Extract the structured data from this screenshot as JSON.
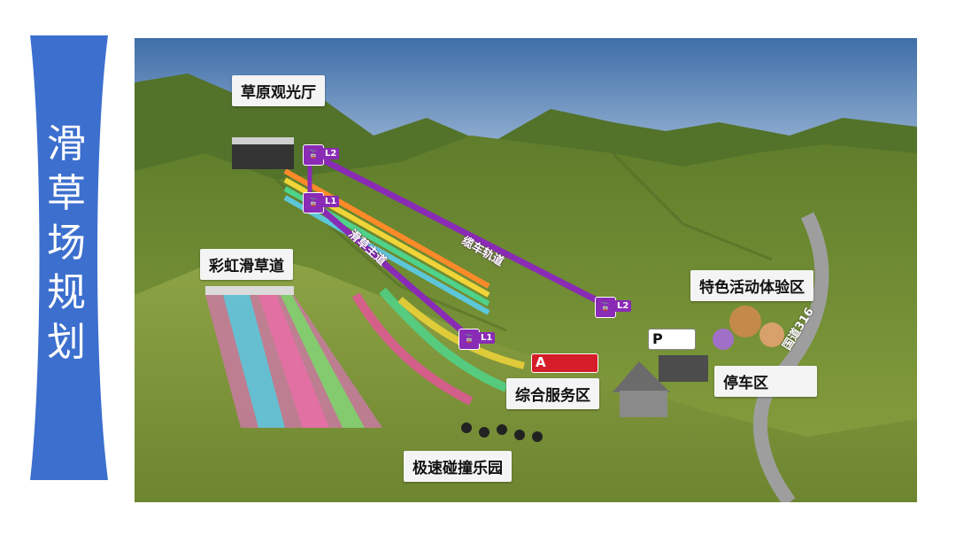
{
  "banner": {
    "title": "滑草场规划",
    "color": "#3c6fce"
  },
  "map": {
    "labels": {
      "grassland_hall": "草原观光厅",
      "rainbow_slide": "彩虹滑草道",
      "activity_zone": "特色活动体验区",
      "parking": "停车区",
      "service": "综合服务区",
      "bumper": "极速碰撞乐园"
    },
    "tracks": {
      "cable_track": "缆车轨道",
      "main_slide": "滑草主道"
    },
    "cable_codes": {
      "l1": "L1",
      "l2": "L2"
    },
    "road": "国道316",
    "parking_letter": "P",
    "service_letter": "A",
    "colors": {
      "sky": "#8fb3d9",
      "grass": "#7f9b3b",
      "cable": "#8a2bb5"
    }
  }
}
